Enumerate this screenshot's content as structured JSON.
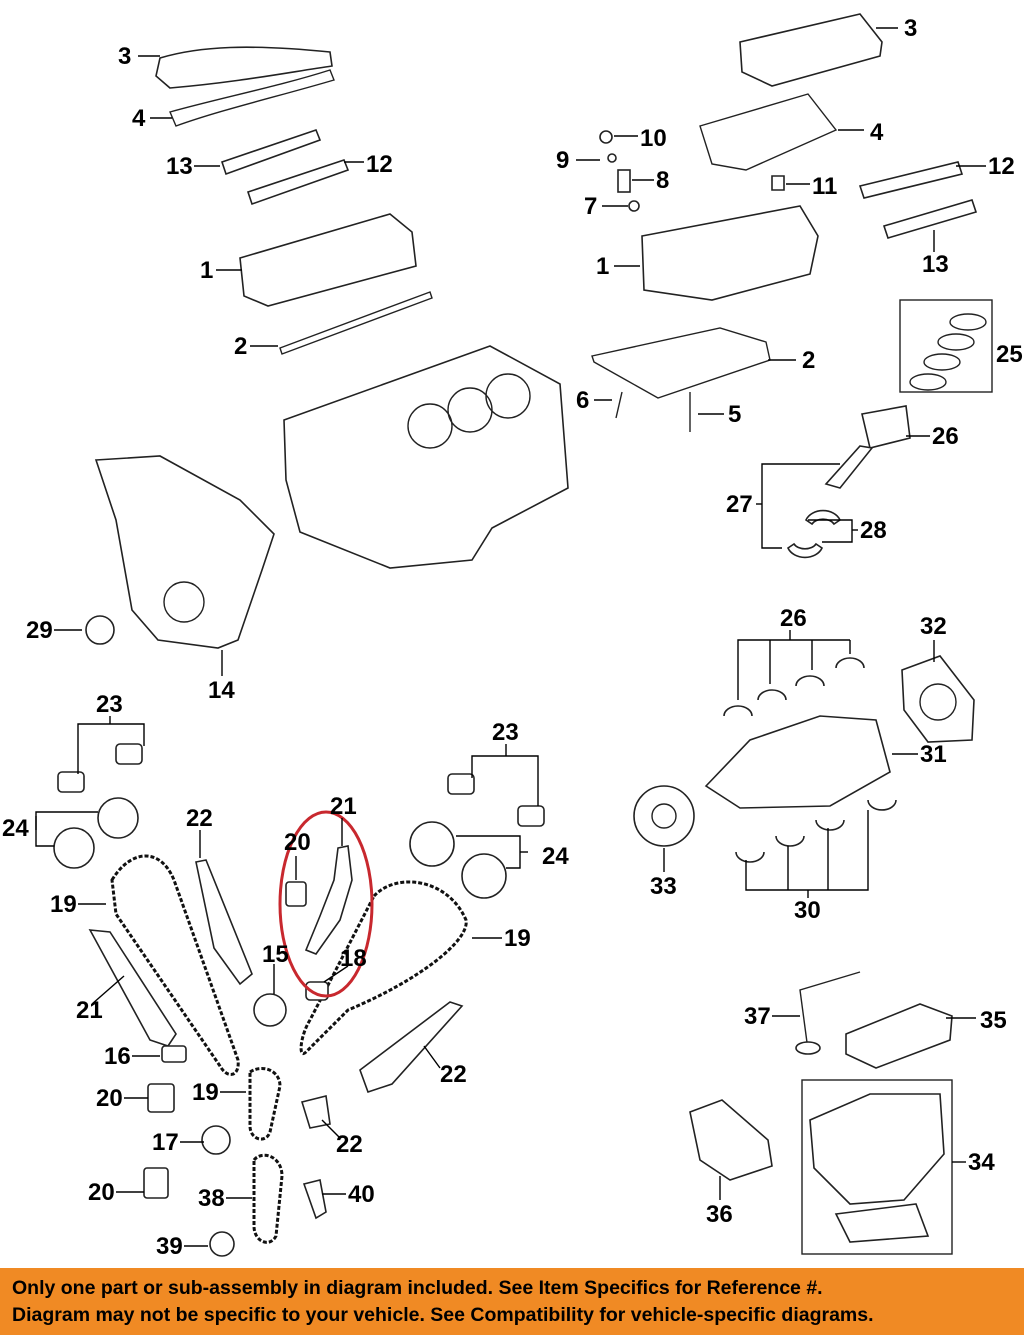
{
  "colors": {
    "banner_background": "#f08a24",
    "highlight": "#c8282e",
    "line": "#222222"
  },
  "callouts": {
    "c1": "1",
    "c2": "2",
    "c3": "3",
    "c4": "4",
    "c5": "5",
    "c6": "6",
    "c7": "7",
    "c8": "8",
    "c9": "9",
    "c10": "10",
    "c11": "11",
    "c12": "12",
    "c13": "13",
    "c14": "14",
    "c15": "15",
    "c16": "16",
    "c17": "17",
    "c18": "18",
    "c19": "19",
    "c20": "20",
    "c21": "21",
    "c22": "22",
    "c23": "23",
    "c24": "24",
    "c25": "25",
    "c26": "26",
    "c27": "27",
    "c28": "28",
    "c29": "29",
    "c30": "30",
    "c31": "31",
    "c32": "32",
    "c33": "33",
    "c34": "34",
    "c35": "35",
    "c36": "36",
    "c37": "37",
    "c38": "38",
    "c39": "39",
    "c40": "40"
  },
  "highlighted_parts": [
    "20",
    "21",
    "18"
  ],
  "banner": {
    "line1": "Only one part or sub-assembly in diagram included. See Item Specifics for Reference #.",
    "line2": "Diagram may not be specific to your vehicle. See Compatibility for vehicle-specific diagrams."
  }
}
